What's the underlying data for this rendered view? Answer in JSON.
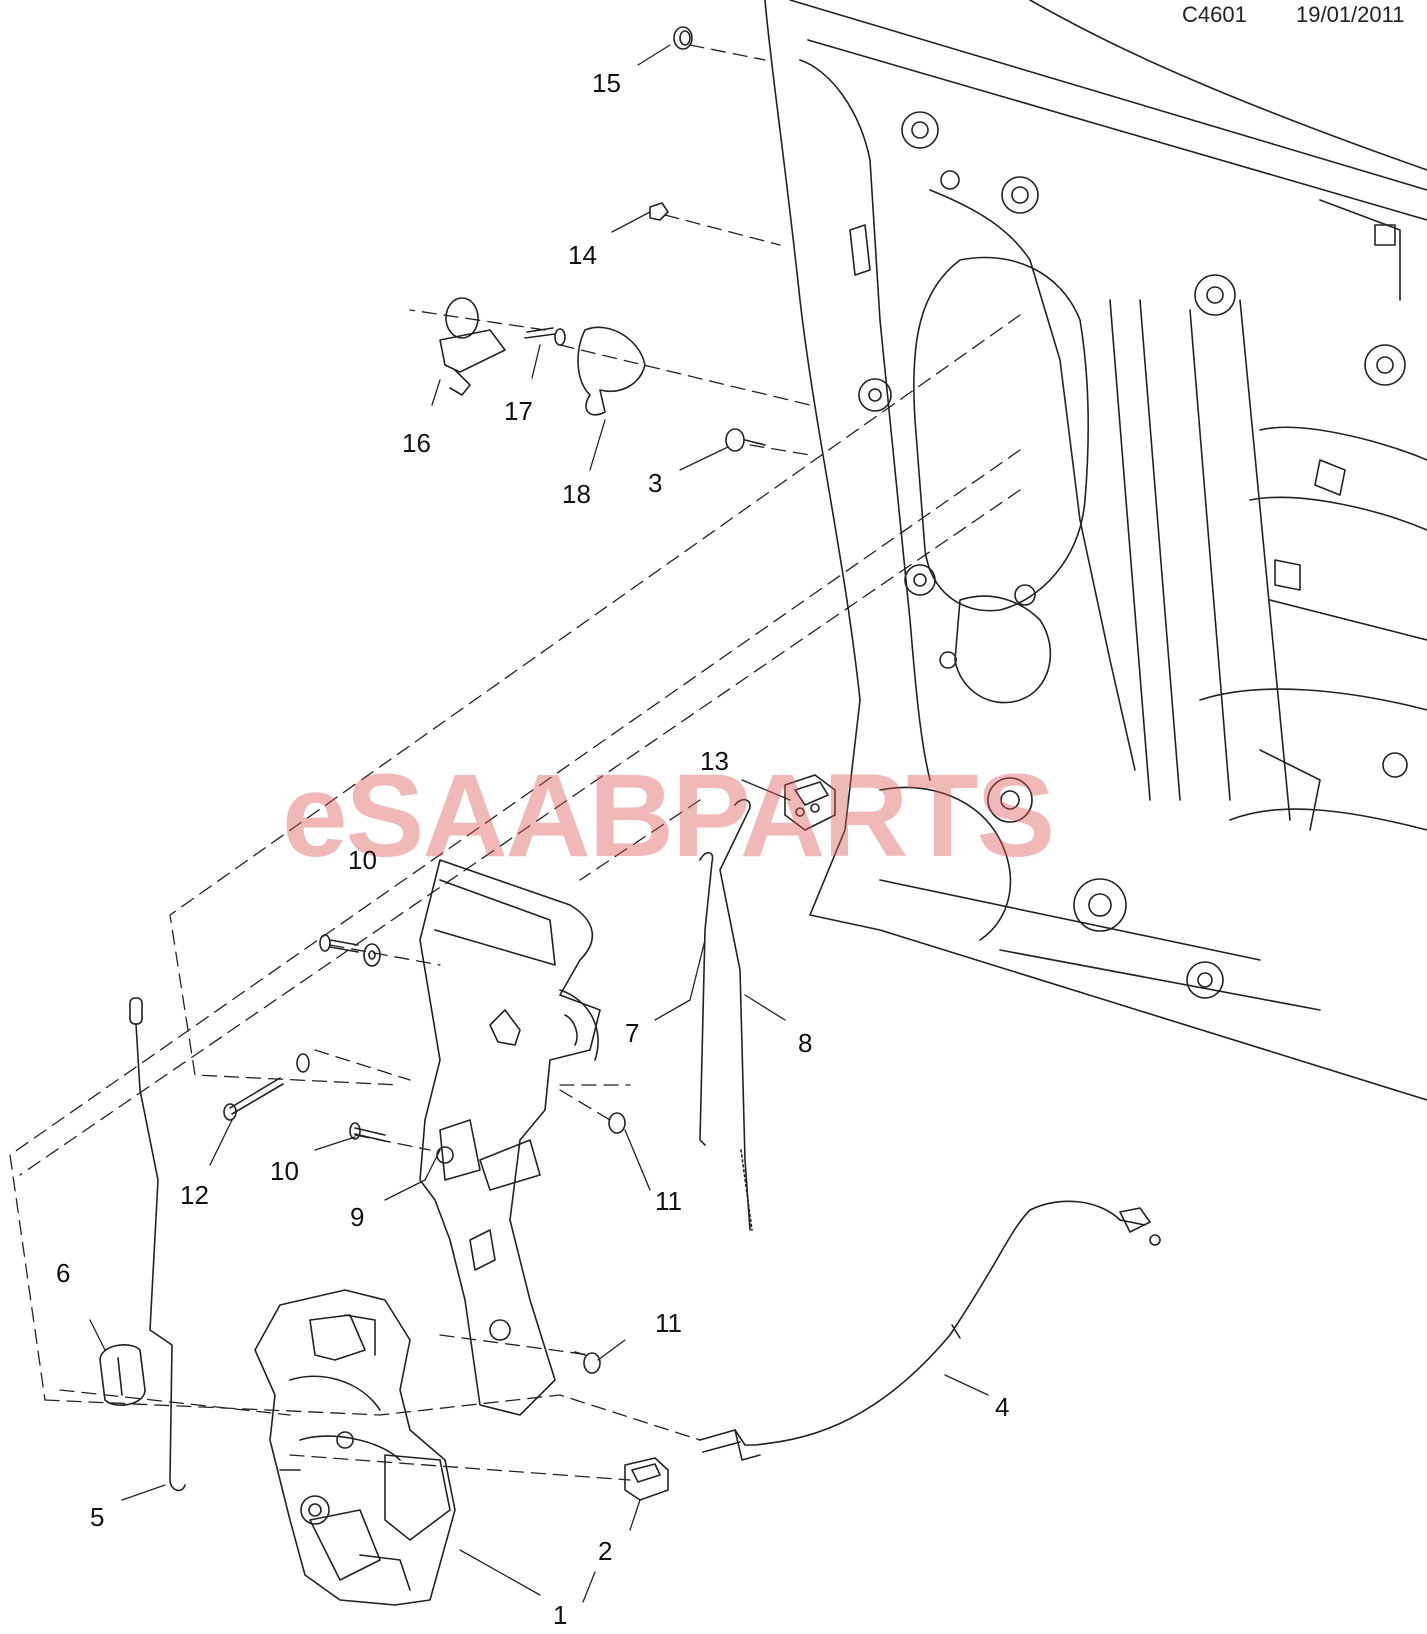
{
  "header": {
    "code": "C4601",
    "date": "19/01/2011"
  },
  "watermark": {
    "text_e": "e",
    "text_saab": "SAAB",
    "text_parts": "PARTS",
    "color": "#de5555"
  },
  "callouts": [
    {
      "id": "c15",
      "label": "15"
    },
    {
      "id": "c14",
      "label": "14"
    },
    {
      "id": "c16",
      "label": "16"
    },
    {
      "id": "c17",
      "label": "17"
    },
    {
      "id": "c18",
      "label": "18"
    },
    {
      "id": "c3",
      "label": "3"
    },
    {
      "id": "c13",
      "label": "13"
    },
    {
      "id": "c10a",
      "label": "10"
    },
    {
      "id": "c7",
      "label": "7"
    },
    {
      "id": "c8",
      "label": "8"
    },
    {
      "id": "c12",
      "label": "12"
    },
    {
      "id": "c10b",
      "label": "10"
    },
    {
      "id": "c9",
      "label": "9"
    },
    {
      "id": "c11a",
      "label": "11"
    },
    {
      "id": "c11b",
      "label": "11"
    },
    {
      "id": "c6",
      "label": "6"
    },
    {
      "id": "c4",
      "label": "4"
    },
    {
      "id": "c5",
      "label": "5"
    },
    {
      "id": "c2",
      "label": "2"
    },
    {
      "id": "c1",
      "label": "1"
    }
  ]
}
